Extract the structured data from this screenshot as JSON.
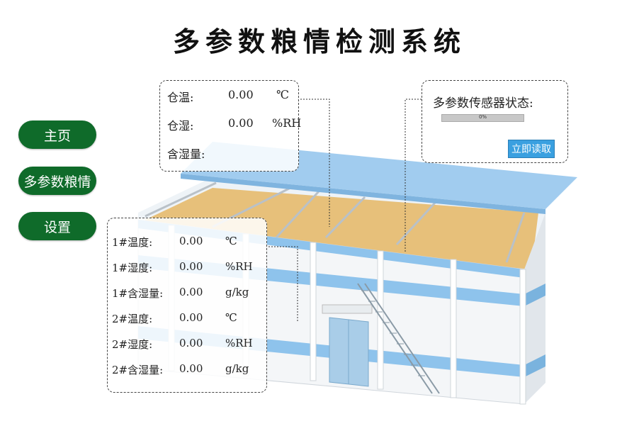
{
  "title": "多参数粮情检测系统",
  "nav": {
    "home": "主页",
    "multi": "多参数粮情",
    "settings": "设置"
  },
  "warehouse": {
    "temp_label": "仓温:",
    "temp_value": "0.00",
    "temp_unit": "℃",
    "hum_label": "仓湿:",
    "hum_value": "0.00",
    "hum_unit": "%RH",
    "moisture_label": "含湿量:"
  },
  "sensor_status": {
    "label": "多参数传感器状态:",
    "progress": 0,
    "progress_text": "0%",
    "read_button": "立即读取"
  },
  "points": [
    {
      "label": "1#温度:",
      "value": "0.00",
      "unit": "℃"
    },
    {
      "label": "1#湿度:",
      "value": "0.00",
      "unit": "%RH"
    },
    {
      "label": "1#含湿量:",
      "value": "0.00",
      "unit": "g/kg"
    },
    {
      "label": "2#温度:",
      "value": "0.00",
      "unit": "℃"
    },
    {
      "label": "2#湿度:",
      "value": "0.00",
      "unit": "%RH"
    },
    {
      "label": "2#含湿量:",
      "value": "0.00",
      "unit": "g/kg"
    }
  ],
  "colors": {
    "nav_green": "#0f6b2a",
    "roof_blue": "#9cc9ee",
    "stripe_blue": "#8ec3ec",
    "grain": "#e7c07a",
    "button_blue": "#3aa0e0"
  }
}
